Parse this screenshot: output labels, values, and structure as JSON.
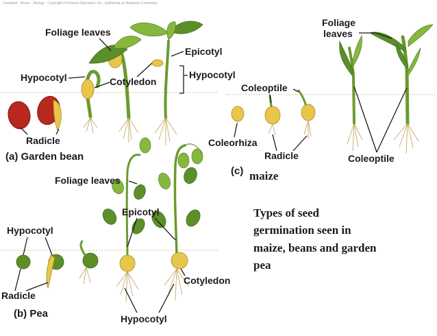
{
  "header_strip": "Campbell · Reece · Biology · Copyright © Pearson Education, Inc., publishing as Benjamin Cummings",
  "labels": {
    "bean_foliage_leaves": "Foliage leaves",
    "bean_epicotyl": "Epicotyl",
    "bean_hypocotyl_left": "Hypocotyl",
    "bean_hypocotyl_right": "Hypocotyl",
    "bean_cotyledon": "Cotyledon",
    "bean_radicle": "Radicle",
    "bean_caption": "(a) Garden bean",
    "maize_foliage_leaves_1": "Foliage",
    "maize_foliage_leaves_2": "leaves",
    "maize_coleoptile_top": "Coleoptile",
    "maize_coleorhiza": "Coleorhiza",
    "maize_radicle": "Radicle",
    "maize_coleoptile_bottom": "Coleoptile",
    "maize_caption_letter": "(c)",
    "maize_caption_word": "maize",
    "pea_foliage_leaves": "Foliage leaves",
    "pea_epicotyl": "Epicotyl",
    "pea_hypocotyl_left": "Hypocotyl",
    "pea_radicle": "Radicle",
    "pea_cotyledon": "Cotyledon",
    "pea_hypocotyl_bottom": "Hypocotyl",
    "pea_caption": "(b) Pea"
  },
  "description_lines": [
    "Types of seed",
    "germination seen in",
    "maize, beans and garden",
    "pea"
  ],
  "colors": {
    "leaf_dark": "#5a8f2a",
    "leaf_light": "#86b83e",
    "bean_seed": "#b8281f",
    "cotyledon": "#e7c64a",
    "pea_seed": "#5d8f26",
    "root": "#c9a868",
    "soil_line": "#d9ccaa"
  }
}
